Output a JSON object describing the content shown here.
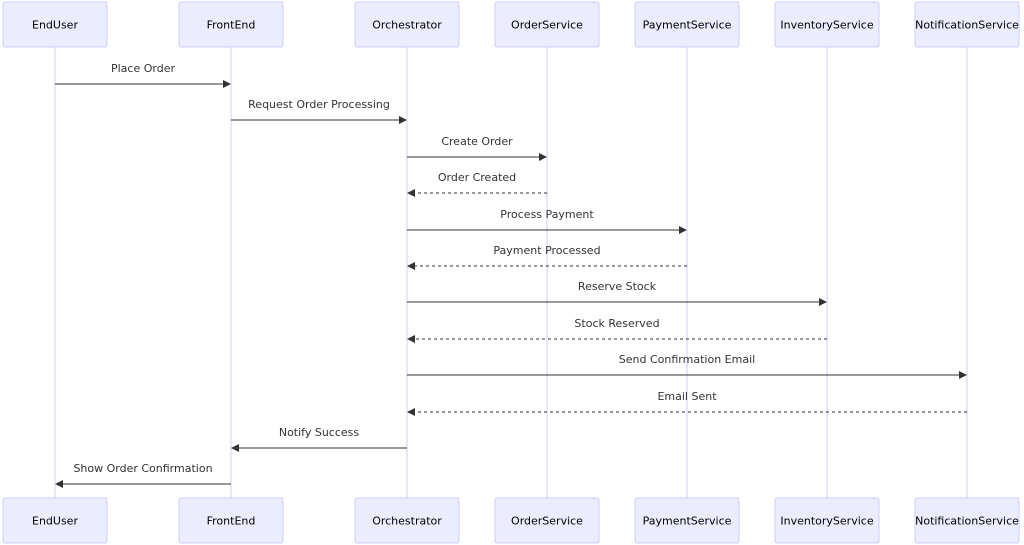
{
  "participants": [
    {
      "id": "EndUser",
      "label": "EndUser"
    },
    {
      "id": "FrontEnd",
      "label": "FrontEnd"
    },
    {
      "id": "Orchestrator",
      "label": "Orchestrator"
    },
    {
      "id": "OrderService",
      "label": "OrderService"
    },
    {
      "id": "PaymentService",
      "label": "PaymentService"
    },
    {
      "id": "InventoryService",
      "label": "InventoryService"
    },
    {
      "id": "NotificationService",
      "label": "NotificationService"
    }
  ],
  "messages": [
    {
      "from": "EndUser",
      "to": "FrontEnd",
      "label": "Place Order",
      "type": "sync"
    },
    {
      "from": "FrontEnd",
      "to": "Orchestrator",
      "label": "Request Order Processing",
      "type": "sync"
    },
    {
      "from": "Orchestrator",
      "to": "OrderService",
      "label": "Create Order",
      "type": "sync"
    },
    {
      "from": "OrderService",
      "to": "Orchestrator",
      "label": "Order Created",
      "type": "reply"
    },
    {
      "from": "Orchestrator",
      "to": "PaymentService",
      "label": "Process Payment",
      "type": "sync"
    },
    {
      "from": "PaymentService",
      "to": "Orchestrator",
      "label": "Payment Processed",
      "type": "reply"
    },
    {
      "from": "Orchestrator",
      "to": "InventoryService",
      "label": "Reserve Stock",
      "type": "sync"
    },
    {
      "from": "InventoryService",
      "to": "Orchestrator",
      "label": "Stock Reserved",
      "type": "reply"
    },
    {
      "from": "Orchestrator",
      "to": "NotificationService",
      "label": "Send Confirmation Email",
      "type": "sync"
    },
    {
      "from": "NotificationService",
      "to": "Orchestrator",
      "label": "Email Sent",
      "type": "reply"
    },
    {
      "from": "Orchestrator",
      "to": "FrontEnd",
      "label": "Notify Success",
      "type": "sync"
    },
    {
      "from": "FrontEnd",
      "to": "EndUser",
      "label": "Show Order Confirmation",
      "type": "sync"
    }
  ],
  "colors": {
    "actor_fill": "#ECECFF",
    "actor_border": "#CCCCFF",
    "lifeline": "#CCCCFF",
    "message": "#333333"
  }
}
